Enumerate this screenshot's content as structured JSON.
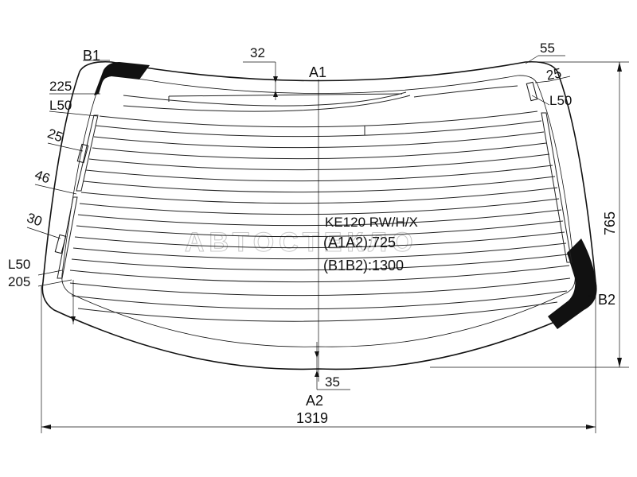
{
  "diagram": {
    "title": "KE120 RW/H/X",
    "a1a2": "(A1A2):725",
    "b1b2": "(B1B2):1300",
    "watermark": "АВТОСТЕКЛО",
    "points": {
      "a1": "A1",
      "a2": "A2",
      "b1": "B1",
      "b2": "B2"
    },
    "dimensions": {
      "top_offset": "32",
      "bottom_offset": "35",
      "right_corner": "55",
      "right_inner": "25",
      "right_l": "L50",
      "left_225": "225",
      "left_l_top": "L50",
      "left_25": "25",
      "left_46": "46",
      "left_30": "30",
      "left_l_bottom": "L50",
      "left_205": "205",
      "width": "1319",
      "height": "765"
    },
    "colors": {
      "line": "#111111",
      "fill_black": "#111111",
      "watermark": "#c9c9c9"
    }
  }
}
